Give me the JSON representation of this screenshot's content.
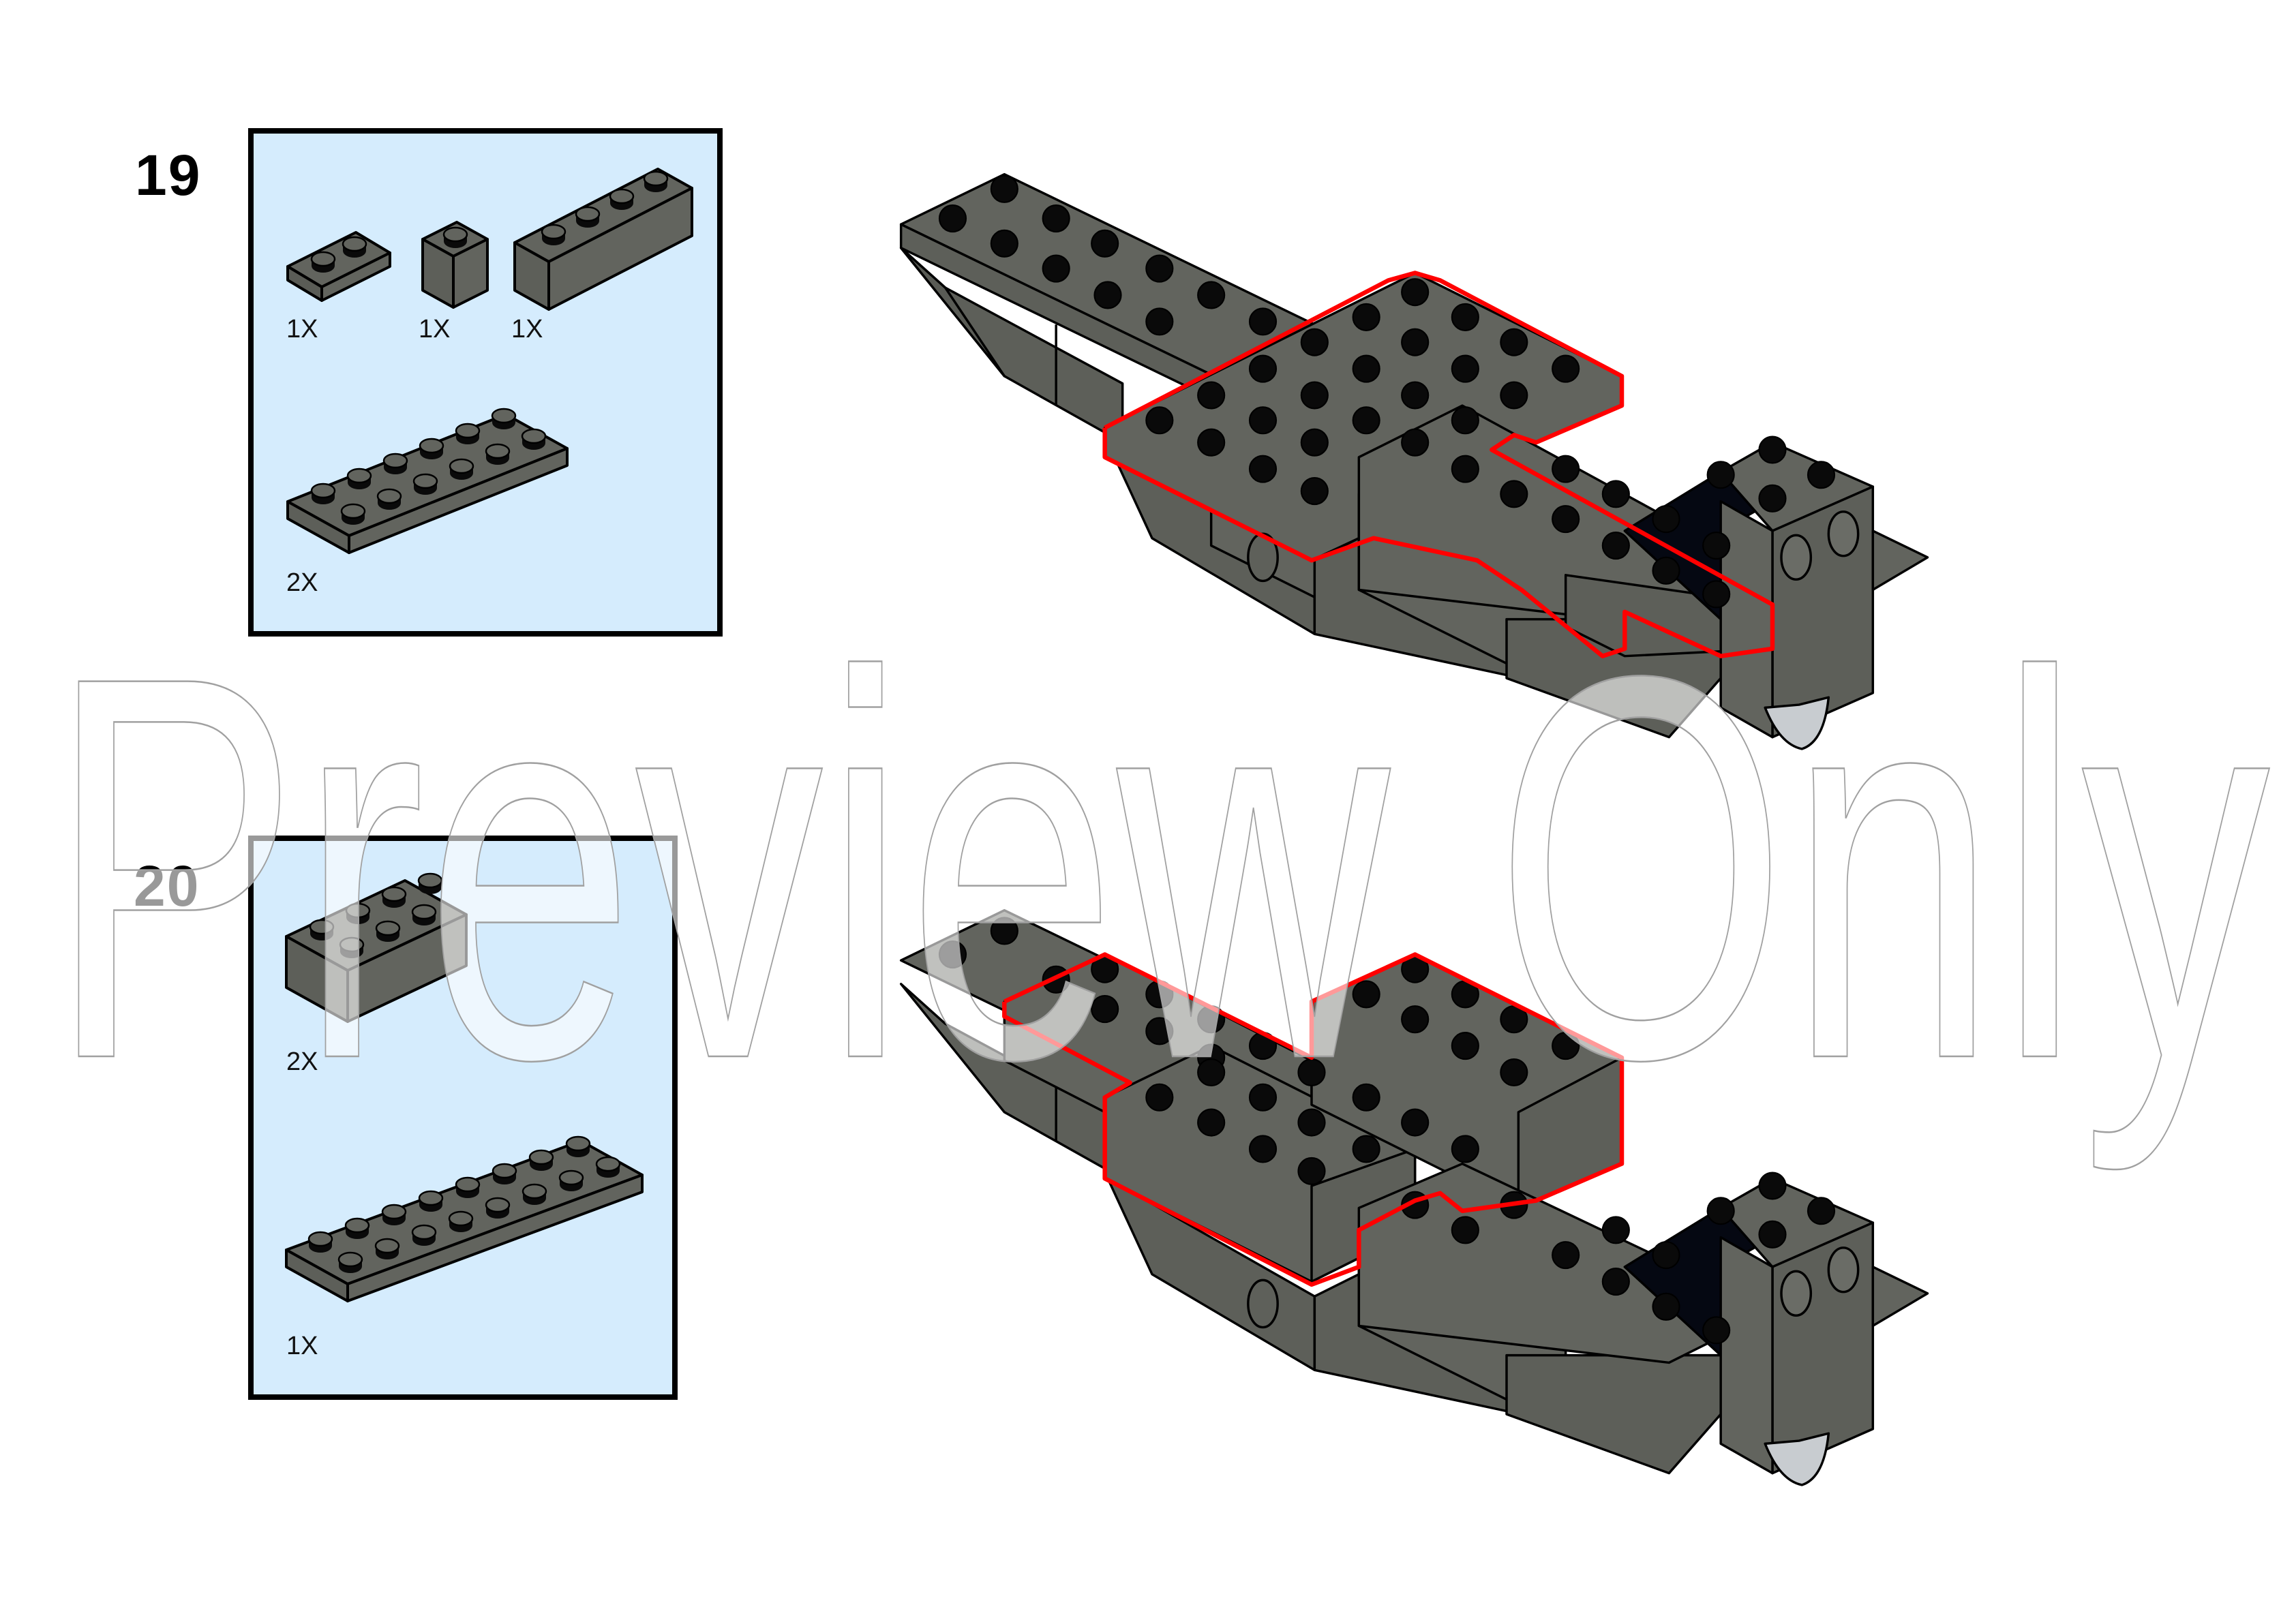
{
  "page": {
    "type": "building-instructions",
    "background": "#ffffff",
    "watermark": "Preview Only"
  },
  "colors": {
    "brick_dark_grey": "#62645e",
    "stud_black": "#0a0a0a",
    "outline": "#000000",
    "highlight_red": "#ff0000",
    "parts_panel_bg": "#d5ecfd",
    "black_slope": "#050812",
    "light_grey_part": "#c8ccd0"
  },
  "steps": [
    {
      "number": "19",
      "parts": [
        {
          "name": "plate-1x2",
          "qty": "1X"
        },
        {
          "name": "brick-1x1",
          "qty": "1X"
        },
        {
          "name": "brick-1x4",
          "qty": "1X"
        },
        {
          "name": "plate-2x6",
          "qty": "2X"
        }
      ],
      "highlight": "New parts outlined in red"
    },
    {
      "number": "20",
      "parts": [
        {
          "name": "brick-2x4",
          "qty": "2X"
        },
        {
          "name": "plate-2x8",
          "qty": "1X"
        }
      ],
      "highlight": "New parts outlined in red"
    }
  ]
}
